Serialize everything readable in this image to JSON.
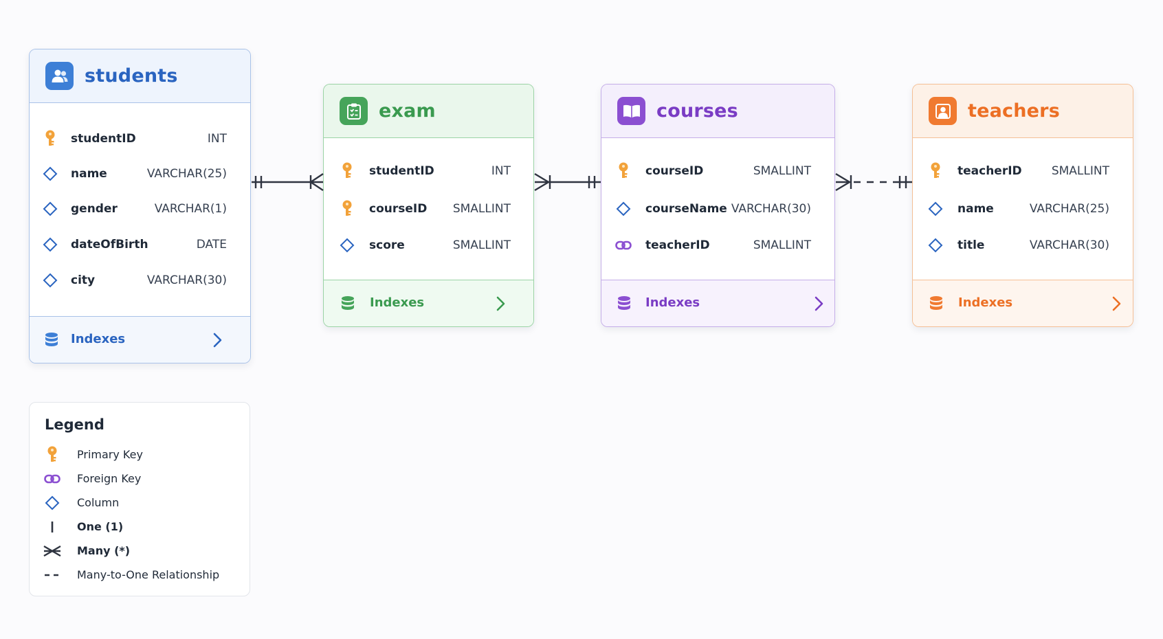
{
  "tables": [
    {
      "id": "students",
      "title": "students",
      "icon": "users-icon",
      "accent": "#3d7fd6",
      "rows": [
        {
          "name": "studentID",
          "type": "INT",
          "kind": "primary-key"
        },
        {
          "name": "name",
          "type": "VARCHAR(25)",
          "kind": "column"
        },
        {
          "name": "gender",
          "type": "VARCHAR(1)",
          "kind": "column"
        },
        {
          "name": "dateOfBirth",
          "type": "DATE",
          "kind": "column"
        },
        {
          "name": "city",
          "type": "VARCHAR(30)",
          "kind": "column"
        }
      ],
      "footer": "Indexes"
    },
    {
      "id": "exam",
      "title": "exam",
      "icon": "clipboard-icon",
      "accent": "#46a45a",
      "rows": [
        {
          "name": "studentID",
          "type": "INT",
          "kind": "primary-key"
        },
        {
          "name": "courseID",
          "type": "SMALLINT",
          "kind": "primary-key"
        },
        {
          "name": "score",
          "type": "SMALLINT",
          "kind": "column"
        }
      ],
      "footer": "Indexes"
    },
    {
      "id": "courses",
      "title": "courses",
      "icon": "book-icon",
      "accent": "#8b4fd1",
      "rows": [
        {
          "name": "courseID",
          "type": "SMALLINT",
          "kind": "primary-key"
        },
        {
          "name": "courseName",
          "type": "VARCHAR(30)",
          "kind": "column"
        },
        {
          "name": "teacherID",
          "type": "SMALLINT",
          "kind": "foreign-key"
        }
      ],
      "footer": "Indexes"
    },
    {
      "id": "teachers",
      "title": "teachers",
      "icon": "person-icon",
      "accent": "#f07a30",
      "rows": [
        {
          "name": "teacherID",
          "type": "SMALLINT",
          "kind": "primary-key"
        },
        {
          "name": "name",
          "type": "VARCHAR(25)",
          "kind": "column"
        },
        {
          "name": "title",
          "type": "VARCHAR(30)",
          "kind": "column"
        }
      ],
      "footer": "Indexes"
    }
  ],
  "relationships": [
    {
      "from": "students",
      "to": "exam",
      "from_cardinality": "one",
      "to_cardinality": "many",
      "style": "solid"
    },
    {
      "from": "exam",
      "to": "courses",
      "from_cardinality": "many",
      "to_cardinality": "one",
      "style": "solid"
    },
    {
      "from": "courses",
      "to": "teachers",
      "from_cardinality": "many",
      "to_cardinality": "one",
      "style": "dashed"
    }
  ],
  "legend": {
    "title": "Legend",
    "items": [
      {
        "label": "Primary Key",
        "icon": "key-icon",
        "bold": false
      },
      {
        "label": "Foreign Key",
        "icon": "link-icon",
        "bold": false
      },
      {
        "label": "Column",
        "icon": "diamond-icon",
        "bold": false
      },
      {
        "label": "One (1)",
        "icon": "one-bar-icon",
        "bold": true
      },
      {
        "label": "Many (*)",
        "icon": "crowfoot-icon",
        "bold": true
      },
      {
        "label": "Many-to-One Relationship",
        "icon": "dashed-line-icon",
        "bold": false
      }
    ]
  },
  "colors": {
    "key": "#f2a23a",
    "foreign_key": "#8b4fd1",
    "column": "#2a64c0",
    "line": "#2f3440"
  }
}
